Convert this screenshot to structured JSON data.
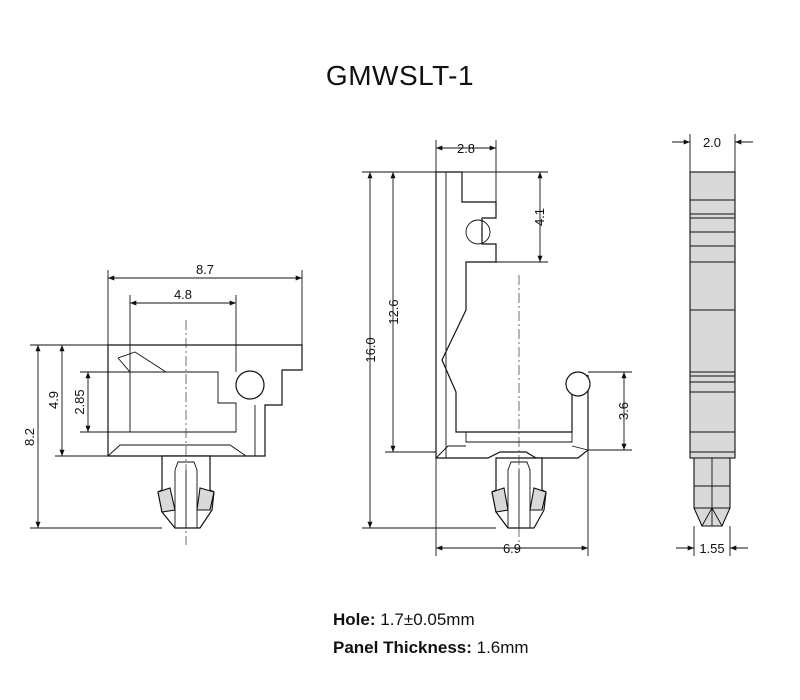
{
  "title": "GMWSLT-1",
  "dimensions": {
    "front_width": "8.7",
    "front_inner_width": "4.8",
    "front_height_total": "8.2",
    "front_height_body": "4.9",
    "front_inner_height": "2.85",
    "side_top_width": "2.8",
    "side_slot_height": "4.1",
    "side_height_body": "12.6",
    "side_height_total": "16.0",
    "side_hook_height": "3.6",
    "side_width": "6.9",
    "edge_top_width": "2.0",
    "edge_bottom_width": "1.55"
  },
  "specs": {
    "hole_label": "Hole:",
    "hole_value": "1.7±0.05mm",
    "panel_label": "Panel Thickness:",
    "panel_value": "1.6mm"
  }
}
